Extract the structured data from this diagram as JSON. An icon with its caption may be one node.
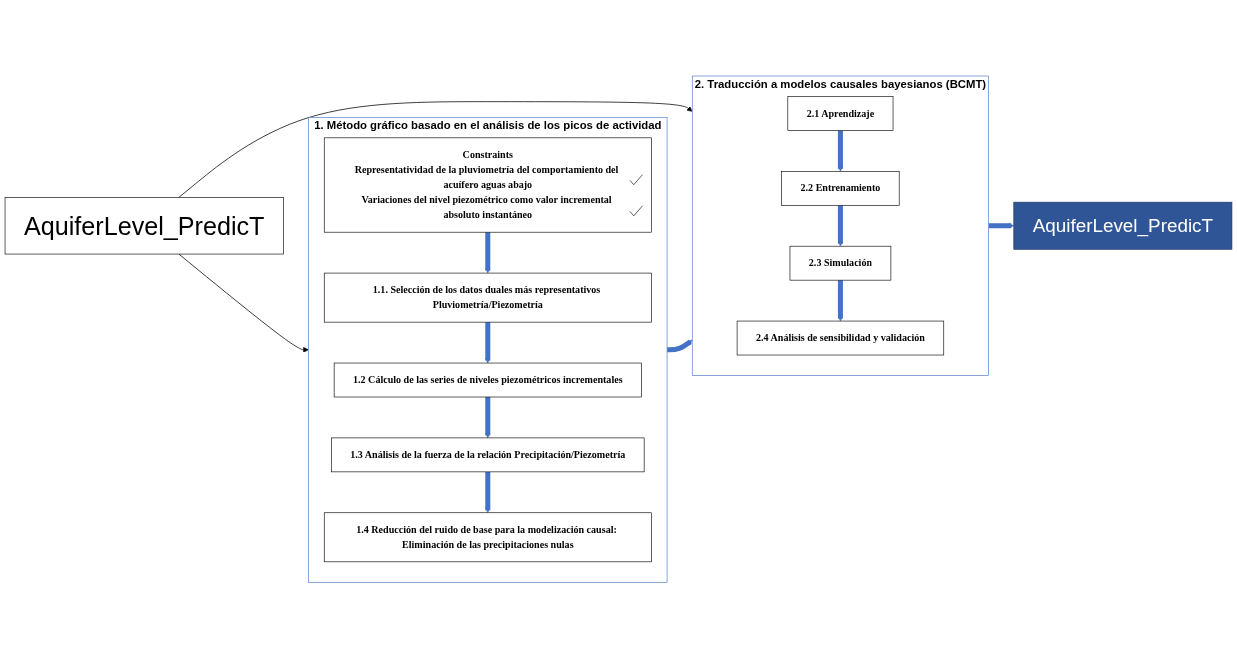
{
  "diagram": {
    "nodes": [
      {
        "text": [
          "AquiferLevel_PredicT"
        ]
      },
      {
        "text": [
          "1. Método gráfico basado en el análisis de los picos de actividad"
        ]
      },
      {
        "text": [
          "Constraints",
          "Representatividad de la pluviometría del comportamiento del acuífero aguas abajo",
          "Variaciones del nivel piezométrico como valor incremental absoluto instantáneo"
        ],
        "in": 1
      },
      {
        "text": [
          "1.1. Selección de los datos duales más representativos Pluviometría/Piezometría"
        ],
        "in": 1
      },
      {
        "text": [
          "1.2 Cálculo de las series de niveles piezométricos incrementales"
        ],
        "in": 1
      },
      {
        "text": [
          "1.3 Análisis de la fuerza de la relación Precipitación/Piezometría"
        ],
        "in": 1
      },
      {
        "text": [
          "1.4 Reducción del ruido de base para la modelización causal: Eliminación de las precipitaciones nulas"
        ],
        "in": 1
      },
      {
        "text": [
          "2. Traducción a modelos causales bayesianos (BCMT)"
        ]
      },
      {
        "text": [
          "2.1 Aprendizaje"
        ],
        "in": 7
      },
      {
        "text": [
          "2.2 Entrenamiento"
        ],
        "in": 7
      },
      {
        "text": [
          "2.3 Simulación"
        ],
        "in": 7
      },
      {
        "text": [
          "2.4 Análisis de sensibilidad y validación"
        ],
        "in": 7
      },
      {
        "text": [
          "AquiferLevel_PredicT"
        ]
      }
    ],
    "edges": [
      {
        "from": 0,
        "to": 1,
        "arrow": "to",
        "color": "#000000"
      },
      {
        "from": 0,
        "to": 7,
        "arrow": "to",
        "color": "#000000"
      },
      {
        "from": 2,
        "to": 3,
        "arrow": "to"
      },
      {
        "from": 3,
        "to": 4,
        "arrow": "to"
      },
      {
        "from": 4,
        "to": 5,
        "arrow": "to"
      },
      {
        "from": 5,
        "to": 6,
        "arrow": "to"
      },
      {
        "from": 1,
        "to": 7,
        "arrow": "to"
      },
      {
        "from": 8,
        "to": 9,
        "arrow": "to"
      },
      {
        "from": 9,
        "to": 10,
        "arrow": "to"
      },
      {
        "from": 10,
        "to": 11,
        "arrow": "to"
      },
      {
        "from": 7,
        "to": 12,
        "arrow": "to"
      }
    ]
  }
}
